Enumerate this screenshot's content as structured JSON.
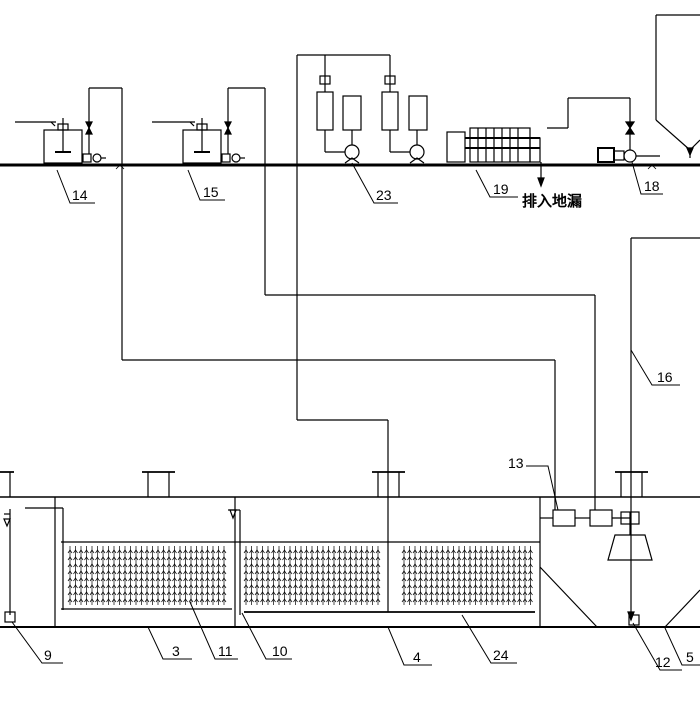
{
  "labels": {
    "n14": "14",
    "n15": "15",
    "n23": "23",
    "n19": "19",
    "n18": "18",
    "n13": "13",
    "n16": "16",
    "n9": "9",
    "n3": "3",
    "n11": "11",
    "n10": "10",
    "n4": "4",
    "n24": "24",
    "n12": "12",
    "n5": "5"
  },
  "drain_note": "排入地漏"
}
